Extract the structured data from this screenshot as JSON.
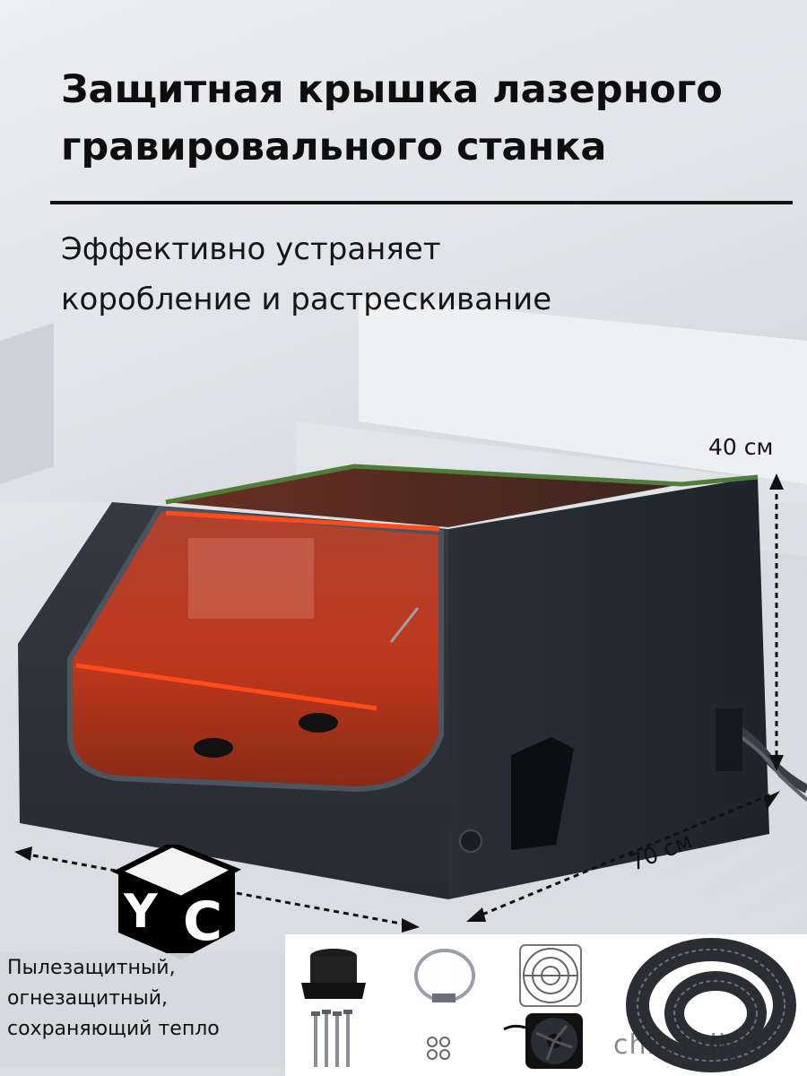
{
  "header": {
    "title_lines": [
      "Защитная крышка лазерного",
      "гравировального станка"
    ],
    "subtitle_lines": [
      "Эффективно устраняет",
      "коробление и растрескивание"
    ]
  },
  "product": {
    "icons": {
      "enclosure": "laser-enclosure-box",
      "fan_duct": "flexible-exhaust-duct"
    },
    "dimensions": {
      "height": "40 см",
      "width": "70 см"
    },
    "colors": {
      "body": "#2b2f36",
      "window": "#c0391e",
      "accent_green": "#5a8a3a"
    }
  },
  "logo": {
    "letters": "YC"
  },
  "features": {
    "lines": [
      "Пылезащитный,",
      "огнезащитный,",
      "сохраняющий тепло"
    ]
  },
  "accessories": {
    "items": [
      "flange-adapter-icon",
      "hose-clamp-icon",
      "fan-grill-icon",
      "screws-icon",
      "nuts-icon",
      "exhaust-fan-icon",
      "flexible-duct-icon"
    ]
  },
  "watermark": {
    "text": "china.diya"
  }
}
